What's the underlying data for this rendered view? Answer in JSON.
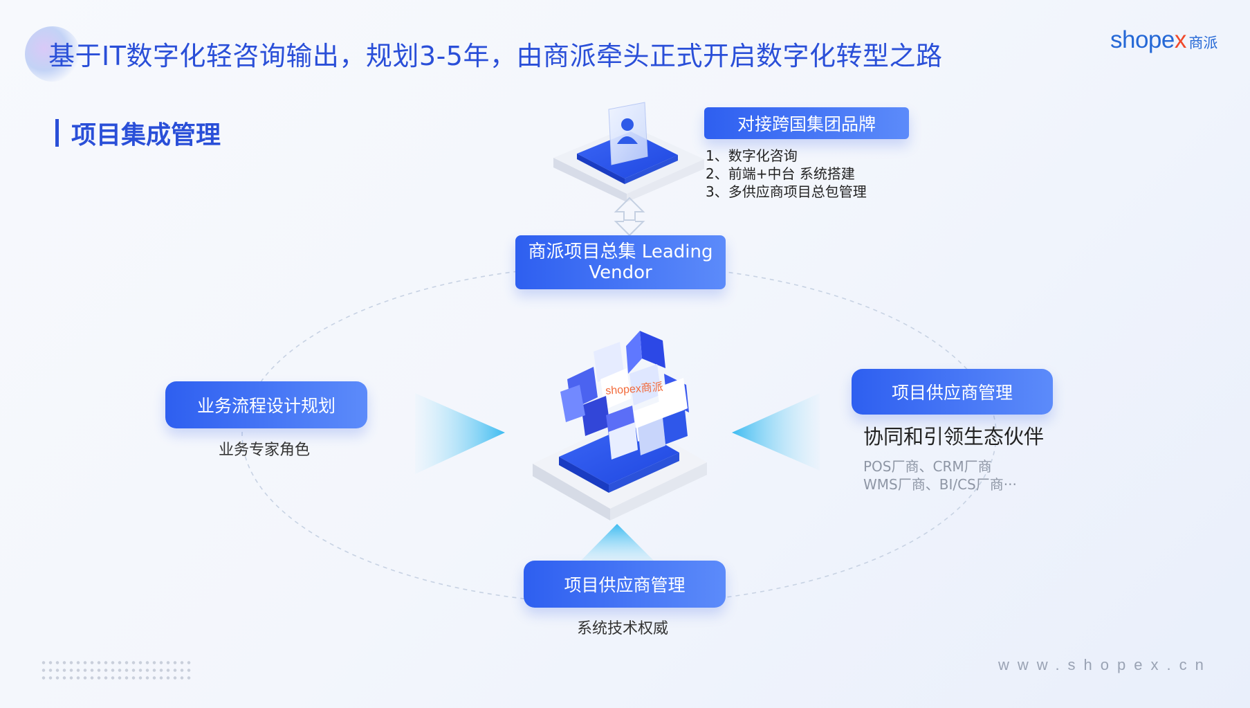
{
  "header": {
    "title": "基于IT数字化轻咨询输出，规划3-5年，由商派牵头正式开启数字化转型之路",
    "logo_word": "shope",
    "logo_x": "x",
    "logo_cn": "商派"
  },
  "section": {
    "title": "项目集成管理"
  },
  "top": {
    "pill_label": "对接跨国集团品牌",
    "items": [
      "1、数字化咨询",
      "2、前端+中台 系统搭建",
      "3、多供应商项目总包管理"
    ]
  },
  "center": {
    "pill_line1": "商派项目总集",
    "pill_line2": "Leading Vendor",
    "cube_logo": "shopex商派"
  },
  "left": {
    "pill_label": "业务流程设计规划",
    "caption": "业务专家角色"
  },
  "right": {
    "pill_label": "项目供应商管理",
    "heading": "协同和引领生态伙伴",
    "line1": "POS厂商、CRM厂商",
    "line2": "WMS厂商、BI/CS厂商···"
  },
  "bottom": {
    "pill_label": "项目供应商管理",
    "caption": "系统技术权威"
  },
  "footer": {
    "url": "www.shopex.cn"
  },
  "colors": {
    "primary": "#2a4fd8",
    "logo_blue": "#2568d6",
    "logo_red": "#f0482a"
  },
  "icons": [
    "user-icon",
    "double-arrow-icon",
    "cube-icon"
  ]
}
